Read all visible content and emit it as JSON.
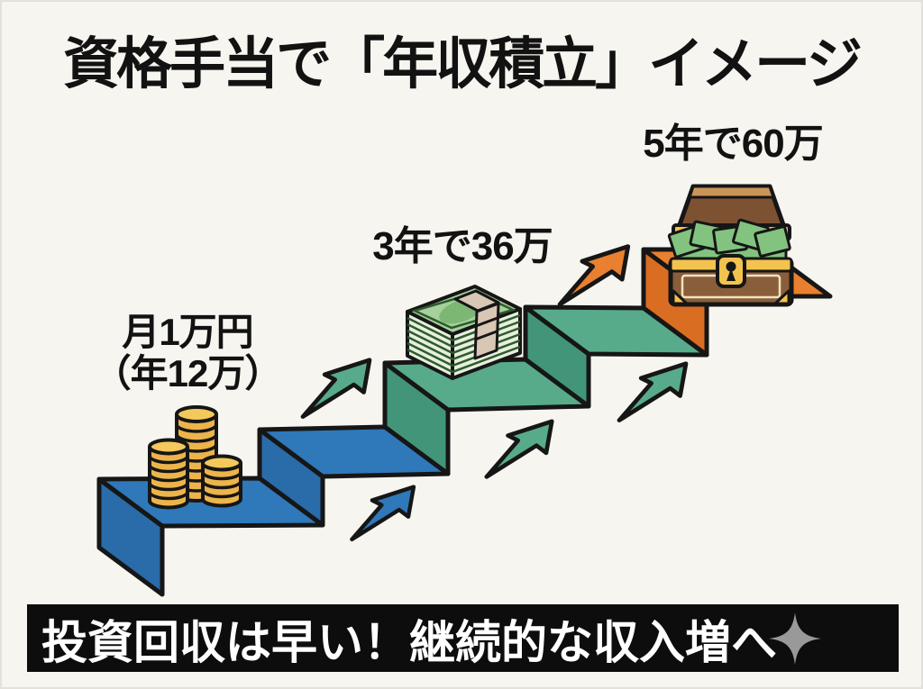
{
  "title": "資格手当で「年収積立」イメージ",
  "milestones": [
    {
      "lines": [
        "月1万円",
        "（年12万）"
      ],
      "icon": "coin-stacks-icon"
    },
    {
      "lines": [
        "3年で36万"
      ],
      "icon": "cash-stack-icon"
    },
    {
      "lines": [
        "5年で60万"
      ],
      "icon": "treasure-chest-icon"
    }
  ],
  "banner": {
    "text": "投資回収は早い！継続的な収入増へ",
    "icon": "sparkle-icon"
  },
  "colors": {
    "background": "#f7f5f0",
    "text_black": "#121212",
    "outline": "#161616",
    "blue_top": "#2f78ba",
    "blue_side": "#2a6ba9",
    "green_top": "#58ab8a",
    "green_side": "#429579",
    "orange_top": "#e9802f",
    "orange_side": "#d96e23",
    "coin_gold": "#ecb44a",
    "coin_gold_light": "#f4c95c",
    "bill_green": "#a6d09c",
    "bill_edge": "#e7efdd",
    "bill_oval": "#7cb874",
    "band_beige": "#d9c7b6",
    "cash_green": "#82c47f",
    "chest_brown": "#7d5233",
    "chest_brown_light": "#8a5e3b",
    "chest_tan": "#c9965a",
    "chest_gold": "#f2c34e",
    "banner_bg": "#0d0d0d",
    "banner_text": "#ffffff",
    "sparkle_gray": "#999999"
  }
}
